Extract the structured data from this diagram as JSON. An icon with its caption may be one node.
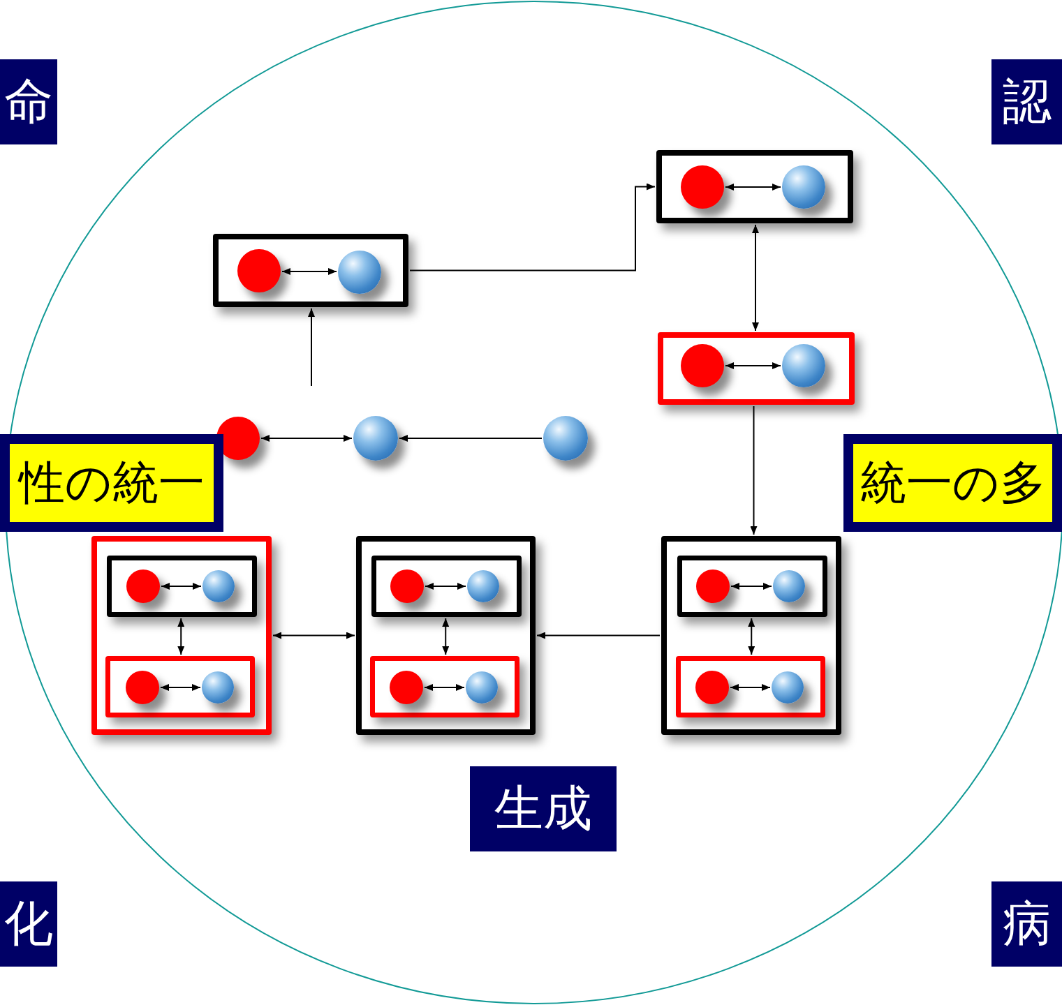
{
  "diagram": {
    "nodes": [
      {
        "text": [],
        "shape": "box"
      },
      {
        "text": [],
        "shape": "circle",
        "in": 0
      },
      {
        "text": [],
        "shape": "circle",
        "in": 0
      },
      {
        "text": [],
        "shape": "box"
      },
      {
        "text": [],
        "shape": "circle",
        "in": 3
      },
      {
        "text": [],
        "shape": "circle",
        "in": 3
      },
      {
        "text": [],
        "shape": "box"
      },
      {
        "text": [],
        "shape": "circle",
        "in": 6
      },
      {
        "text": [],
        "shape": "circle",
        "in": 6
      },
      {
        "text": [],
        "shape": "circle"
      },
      {
        "text": [],
        "shape": "circle"
      },
      {
        "text": [],
        "shape": "circle"
      },
      {
        "text": [],
        "shape": "box"
      },
      {
        "text": [],
        "shape": "box",
        "in": 12
      },
      {
        "text": [],
        "shape": "circle",
        "in": 13
      },
      {
        "text": [],
        "shape": "circle",
        "in": 13
      },
      {
        "text": [],
        "shape": "box",
        "in": 12
      },
      {
        "text": [],
        "shape": "circle",
        "in": 16
      },
      {
        "text": [],
        "shape": "circle",
        "in": 16
      },
      {
        "text": [],
        "shape": "box"
      },
      {
        "text": [],
        "shape": "box",
        "in": 19
      },
      {
        "text": [],
        "shape": "circle",
        "in": 20
      },
      {
        "text": [],
        "shape": "circle",
        "in": 20
      },
      {
        "text": [],
        "shape": "box",
        "in": 19
      },
      {
        "text": [],
        "shape": "circle",
        "in": 23
      },
      {
        "text": [],
        "shape": "circle",
        "in": 23
      },
      {
        "text": [],
        "shape": "box"
      },
      {
        "text": [],
        "shape": "box",
        "in": 26
      },
      {
        "text": [],
        "shape": "circle",
        "in": 27
      },
      {
        "text": [],
        "shape": "circle",
        "in": 27
      },
      {
        "text": [],
        "shape": "box",
        "in": 26
      },
      {
        "text": [],
        "shape": "circle",
        "in": 30
      },
      {
        "text": [],
        "shape": "circle",
        "in": 30
      },
      {
        "text": [
          "命"
        ]
      },
      {
        "text": [
          "認"
        ]
      },
      {
        "text": [
          "性の統一"
        ]
      },
      {
        "text": [
          "統一の多"
        ]
      },
      {
        "text": [
          "化"
        ]
      },
      {
        "text": [
          "病"
        ]
      },
      {
        "text": [
          "生成"
        ]
      }
    ],
    "edges": [
      {
        "from": 1,
        "to": 2,
        "arrow": "both"
      },
      {
        "from": 4,
        "to": 5,
        "arrow": "both"
      },
      {
        "from": 7,
        "to": 8,
        "arrow": "both"
      },
      {
        "from": 9,
        "to": 10,
        "arrow": "both"
      },
      {
        "from": 14,
        "to": 15,
        "arrow": "both"
      },
      {
        "from": 17,
        "to": 18,
        "arrow": "both"
      },
      {
        "from": 21,
        "to": 22,
        "arrow": "both"
      },
      {
        "from": 24,
        "to": 25,
        "arrow": "both"
      },
      {
        "from": 28,
        "to": 29,
        "arrow": "both"
      },
      {
        "from": 31,
        "to": 32,
        "arrow": "both"
      },
      {
        "from": 13,
        "to": 16,
        "arrow": "both"
      },
      {
        "from": 20,
        "to": 23,
        "arrow": "both"
      },
      {
        "from": 27,
        "to": 30,
        "arrow": "both"
      },
      {
        "from": 11,
        "to": 10,
        "arrow": "to"
      },
      {
        "from": null,
        "to": 0,
        "arrow": "to"
      },
      {
        "from": 0,
        "to": 3,
        "arrow": "to"
      },
      {
        "from": 3,
        "to": 6,
        "arrow": "both"
      },
      {
        "from": 6,
        "to": 12,
        "arrow": "to"
      },
      {
        "from": 12,
        "to": 19,
        "arrow": "to"
      },
      {
        "from": 19,
        "to": 26,
        "arrow": "both"
      }
    ]
  }
}
